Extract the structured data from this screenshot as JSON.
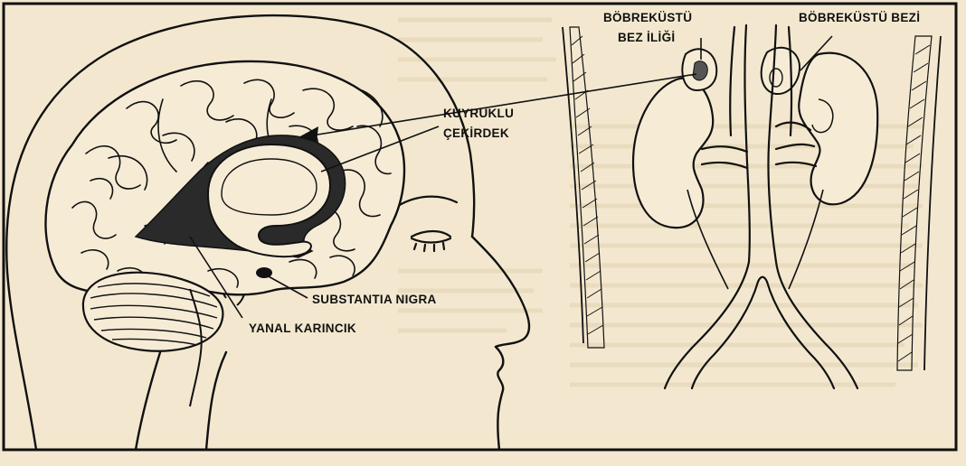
{
  "colors": {
    "paper": "#f3e8cf",
    "ink": "#111111",
    "ventricle_fill": "#2a2a2a"
  },
  "labels": {
    "adrenal_medulla_line1": "BÖBREKÜSTÜ",
    "adrenal_medulla_line2": "BEZ İLİĞİ",
    "adrenal_gland": "BÖBREKÜSTÜ BEZİ",
    "caudate_line1": "KUYRUKLU",
    "caudate_line2": "ÇEKİRDEK",
    "substantia_nigra": "SUBSTANTIA NIGRA",
    "lateral_ventricle": "YANAL KARINCIK"
  }
}
